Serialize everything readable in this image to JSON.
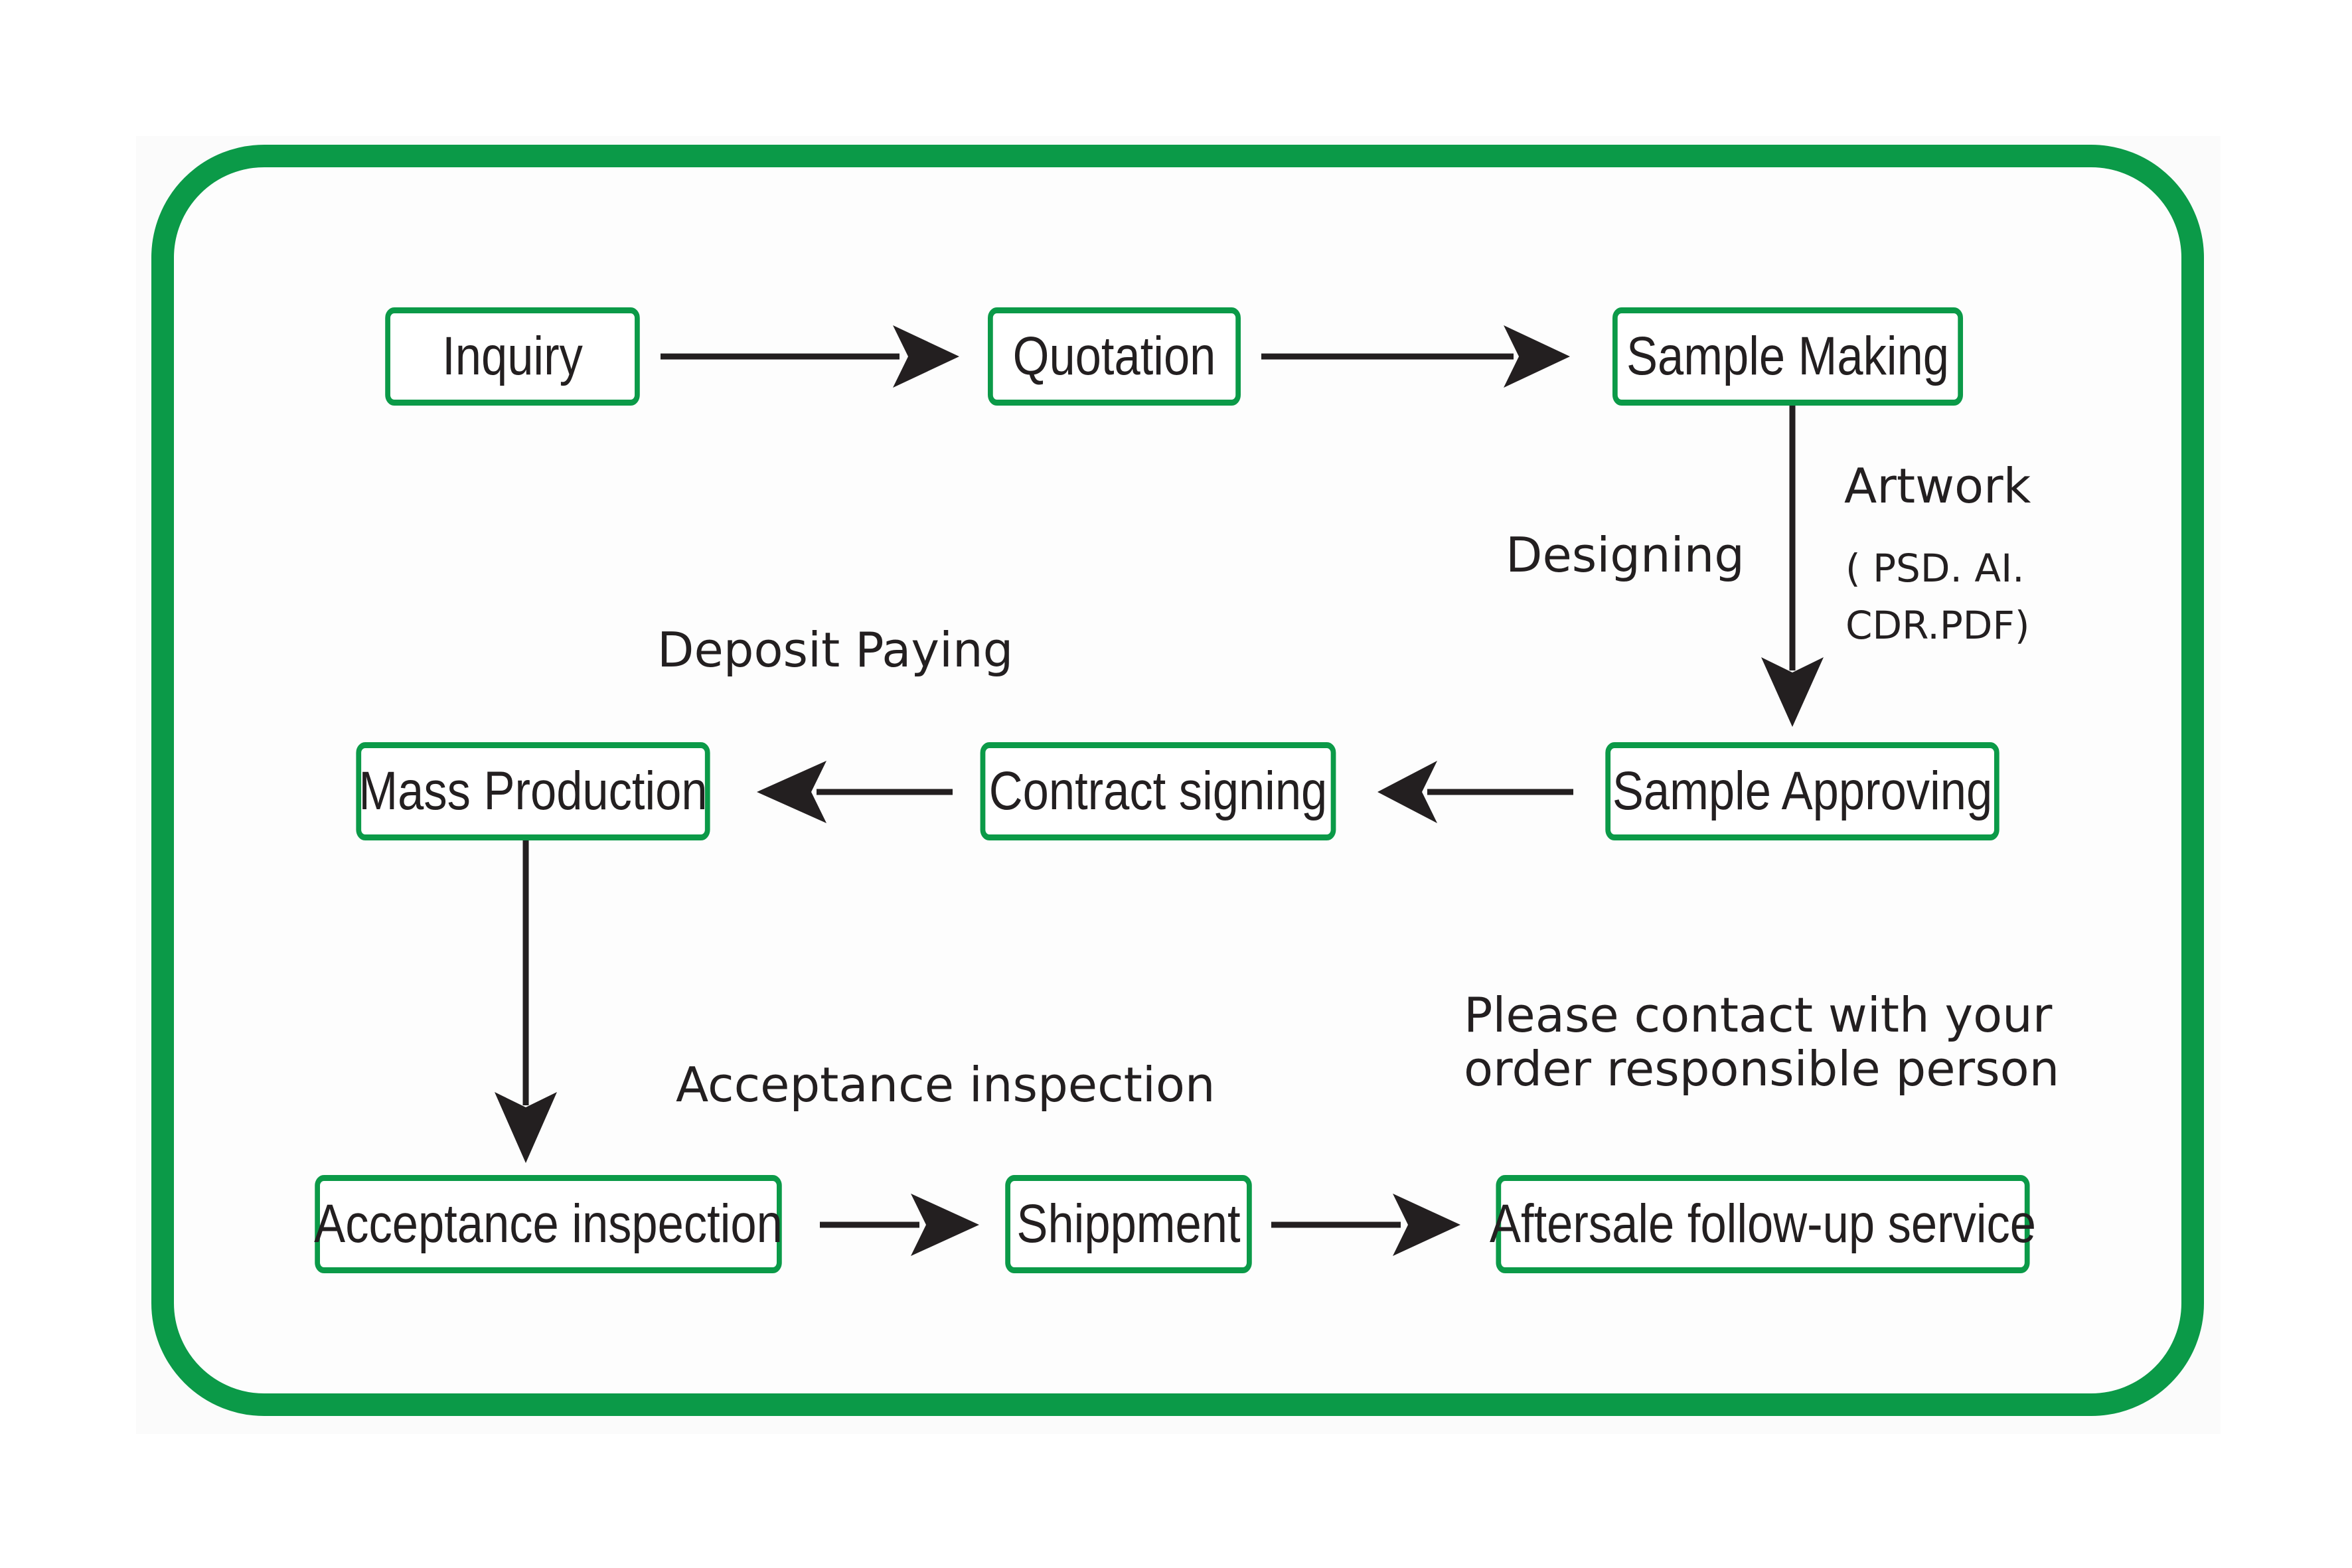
{
  "colors": {
    "frame_green": "#0b9a48",
    "arrow": "#231f20",
    "text": "#231f20"
  },
  "steps": {
    "inquiry": "Inquiry",
    "quotation": "Quotation",
    "sample_making": "Sample Making",
    "sample_approving": "Sample Approving",
    "contract_signing": "Contract signing",
    "mass_production": "Mass Production",
    "acceptance_inspection": "Acceptance inspection",
    "shippment": "Shippment",
    "aftersale": "Aftersale follow-up service"
  },
  "annotations": {
    "artwork": "Artwork",
    "artwork_formats_line1": "( PSD. AI.",
    "artwork_formats_line2": "CDR.PDF)",
    "designing": "Designing",
    "deposit_paying": "Deposit Paying",
    "acceptance_inspection": "Acceptance inspection",
    "contact_line1": "Please contact with your",
    "contact_line2": "order responsible person"
  }
}
